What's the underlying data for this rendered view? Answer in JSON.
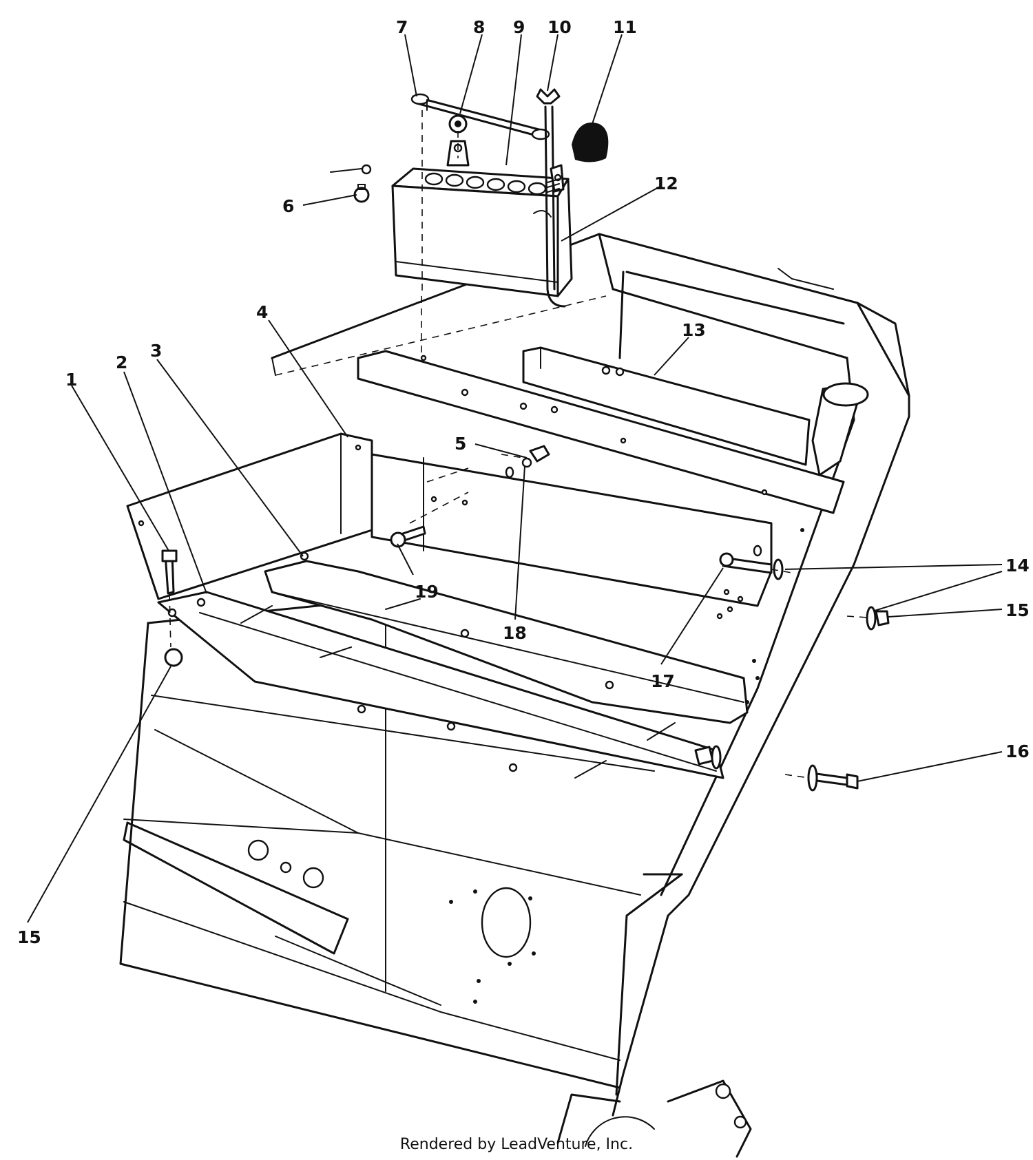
{
  "diagram": {
    "callouts": [
      {
        "id": "c7",
        "label": "7"
      },
      {
        "id": "c8",
        "label": "8"
      },
      {
        "id": "c9",
        "label": "9"
      },
      {
        "id": "c10",
        "label": "10"
      },
      {
        "id": "c11",
        "label": "11"
      },
      {
        "id": "c12",
        "label": "12"
      },
      {
        "id": "c6",
        "label": "6"
      },
      {
        "id": "c4",
        "label": "4"
      },
      {
        "id": "c13",
        "label": "13"
      },
      {
        "id": "c2",
        "label": "2"
      },
      {
        "id": "c3",
        "label": "3"
      },
      {
        "id": "c1",
        "label": "1"
      },
      {
        "id": "c5",
        "label": "5"
      },
      {
        "id": "c14",
        "label": "14"
      },
      {
        "id": "c15a",
        "label": "15"
      },
      {
        "id": "c19",
        "label": "19"
      },
      {
        "id": "c18",
        "label": "18"
      },
      {
        "id": "c17",
        "label": "17"
      },
      {
        "id": "c16",
        "label": "16"
      },
      {
        "id": "c15b",
        "label": "15"
      }
    ]
  },
  "footer": {
    "credit": "Rendered by LeadVenture, Inc."
  }
}
